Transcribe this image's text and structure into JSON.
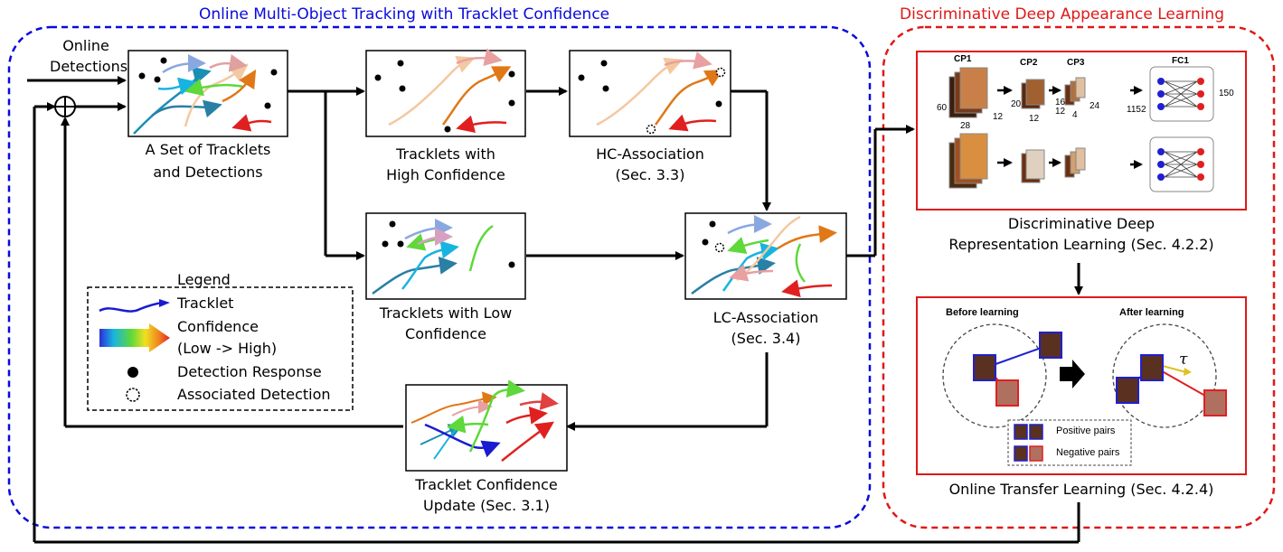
{
  "titles": {
    "tracking": "Online Multi-Object Tracking with Tracklet Confidence",
    "appearance": "Discriminative Deep Appearance Learning"
  },
  "input": {
    "line1": "Online",
    "line2": "Detections"
  },
  "boxes": {
    "set": [
      "A Set of Tracklets",
      "and Detections"
    ],
    "high": [
      "Tracklets with",
      "High Confidence"
    ],
    "hc": [
      "HC-Association",
      "(Sec. 3.3)"
    ],
    "low": [
      "Tracklets with Low",
      "Confidence"
    ],
    "lc": [
      "LC-Association",
      "(Sec. 3.4)"
    ],
    "update": [
      "Tracklet Confidence",
      "Update (Sec. 3.1)"
    ],
    "ddr": [
      "Discriminative Deep",
      "Representation Learning (Sec. 4.2.2)"
    ],
    "otl": [
      "Online Transfer Learning (Sec. 4.2.4)"
    ]
  },
  "legend": {
    "title": "Legend",
    "items": [
      "Tracklet",
      "Confidence",
      "(Low -> High)",
      "Detection Response",
      "Associated Detection"
    ]
  },
  "cnn": {
    "layers": [
      "CP1",
      "CP2",
      "CP3",
      "FC1"
    ],
    "dims": [
      "60",
      "28",
      "12",
      "20",
      "12",
      "16",
      "12",
      "24",
      "4",
      "1152",
      "150"
    ]
  },
  "transfer": {
    "before": "Before learning",
    "after": "After learning",
    "tau": "τ",
    "positive": "Positive pairs",
    "negative": "Negative pairs"
  },
  "colors": {
    "blue": "#0a0adc",
    "red": "#e01818"
  }
}
